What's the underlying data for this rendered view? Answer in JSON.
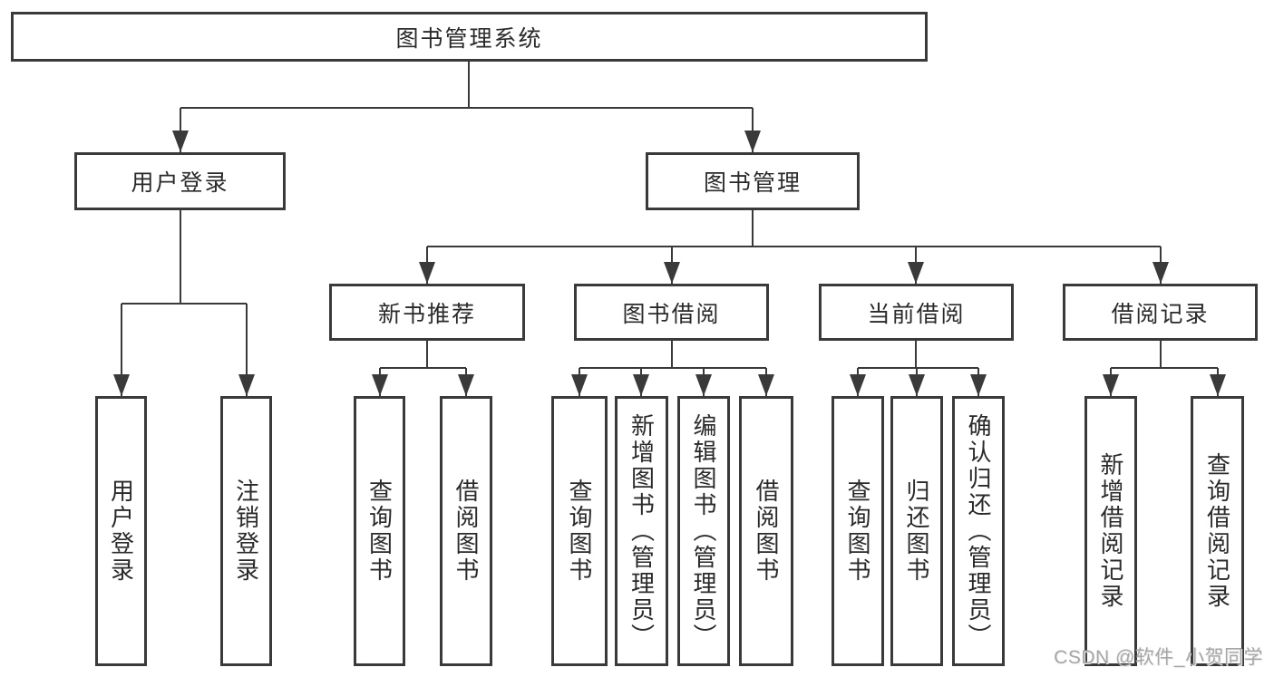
{
  "tree": {
    "label": "图书管理系统",
    "children": [
      {
        "label": "用户登录",
        "children": [
          {
            "label": "用户登录"
          },
          {
            "label": "注销登录"
          }
        ]
      },
      {
        "label": "图书管理",
        "children": [
          {
            "label": "新书推荐",
            "children": [
              {
                "label": "查询图书"
              },
              {
                "label": "借阅图书"
              }
            ]
          },
          {
            "label": "图书借阅",
            "children": [
              {
                "label": "查询图书"
              },
              {
                "label": "新增图书（管理员）"
              },
              {
                "label": "编辑图书（管理员）"
              },
              {
                "label": "借阅图书"
              }
            ]
          },
          {
            "label": "当前借阅",
            "children": [
              {
                "label": "查询图书"
              },
              {
                "label": "归还图书"
              },
              {
                "label": "确认归还（管理员）"
              }
            ]
          },
          {
            "label": "借阅记录",
            "children": [
              {
                "label": "新增借阅记录"
              },
              {
                "label": "查询借阅记录"
              }
            ]
          }
        ]
      }
    ]
  },
  "watermark": {
    "text": "CSDN @软件_小贺同学"
  },
  "colors": {
    "line": "#3a3a3a",
    "box_border": "#3a3a3a",
    "text": "#2a2a2a",
    "watermark": "#a6a6a6",
    "background": "#ffffff"
  }
}
